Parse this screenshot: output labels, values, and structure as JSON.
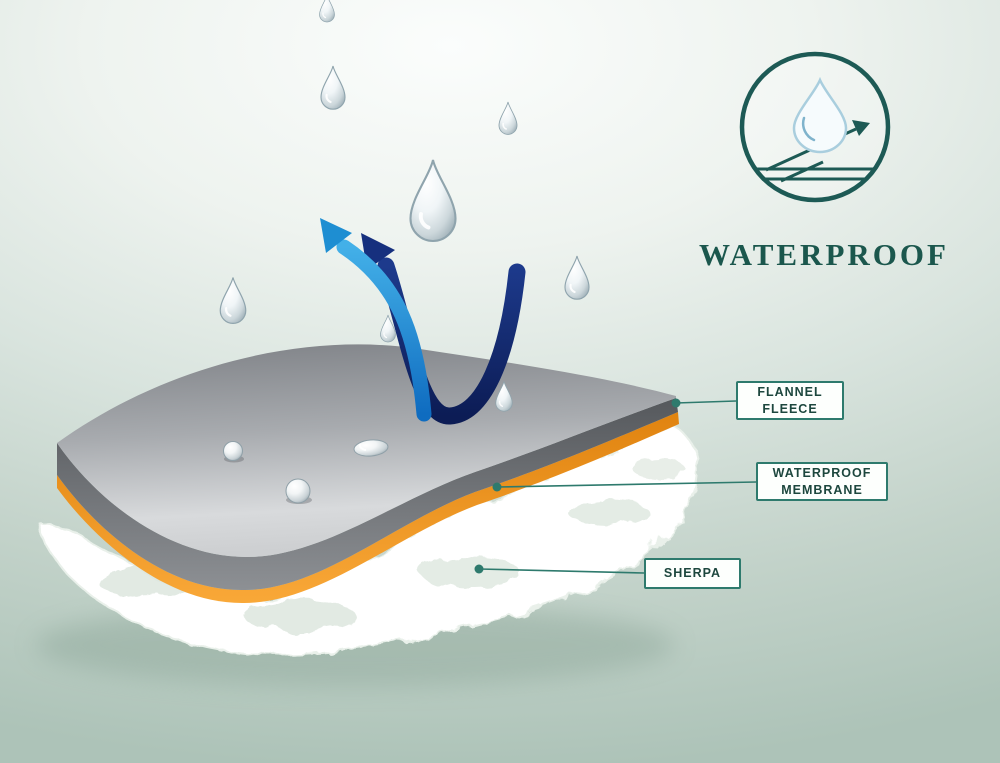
{
  "heading": {
    "text": "WATERPROOF"
  },
  "callouts": {
    "flannel_fleece": {
      "line1": "FLANNEL",
      "line2": "FLEECE"
    },
    "waterproof_membrane": {
      "line1": "WATERPROOF",
      "line2": "MEMBRANE"
    },
    "sherpa": {
      "line1": "SHERPA"
    }
  },
  "icons": {
    "badge": "waterproof-droplet-badge-icon",
    "drops": "water-drop-icon",
    "arrows": [
      "bounce-arrow-light-icon",
      "bounce-arrow-dark-icon"
    ]
  },
  "colors": {
    "heading_teal": "#1b574d",
    "callout_border": "#2e7a6d",
    "callout_text": "#1d473e",
    "badge_ring": "#1d5a55",
    "arrow_light_blue": "#1e8ed2",
    "arrow_dark_navy": "#162f7e",
    "fleece_gray": "#9b9ea2",
    "membrane_orange": "#f2961f",
    "sherpa_white": "#ffffff",
    "background_green": "#adc3b8"
  }
}
